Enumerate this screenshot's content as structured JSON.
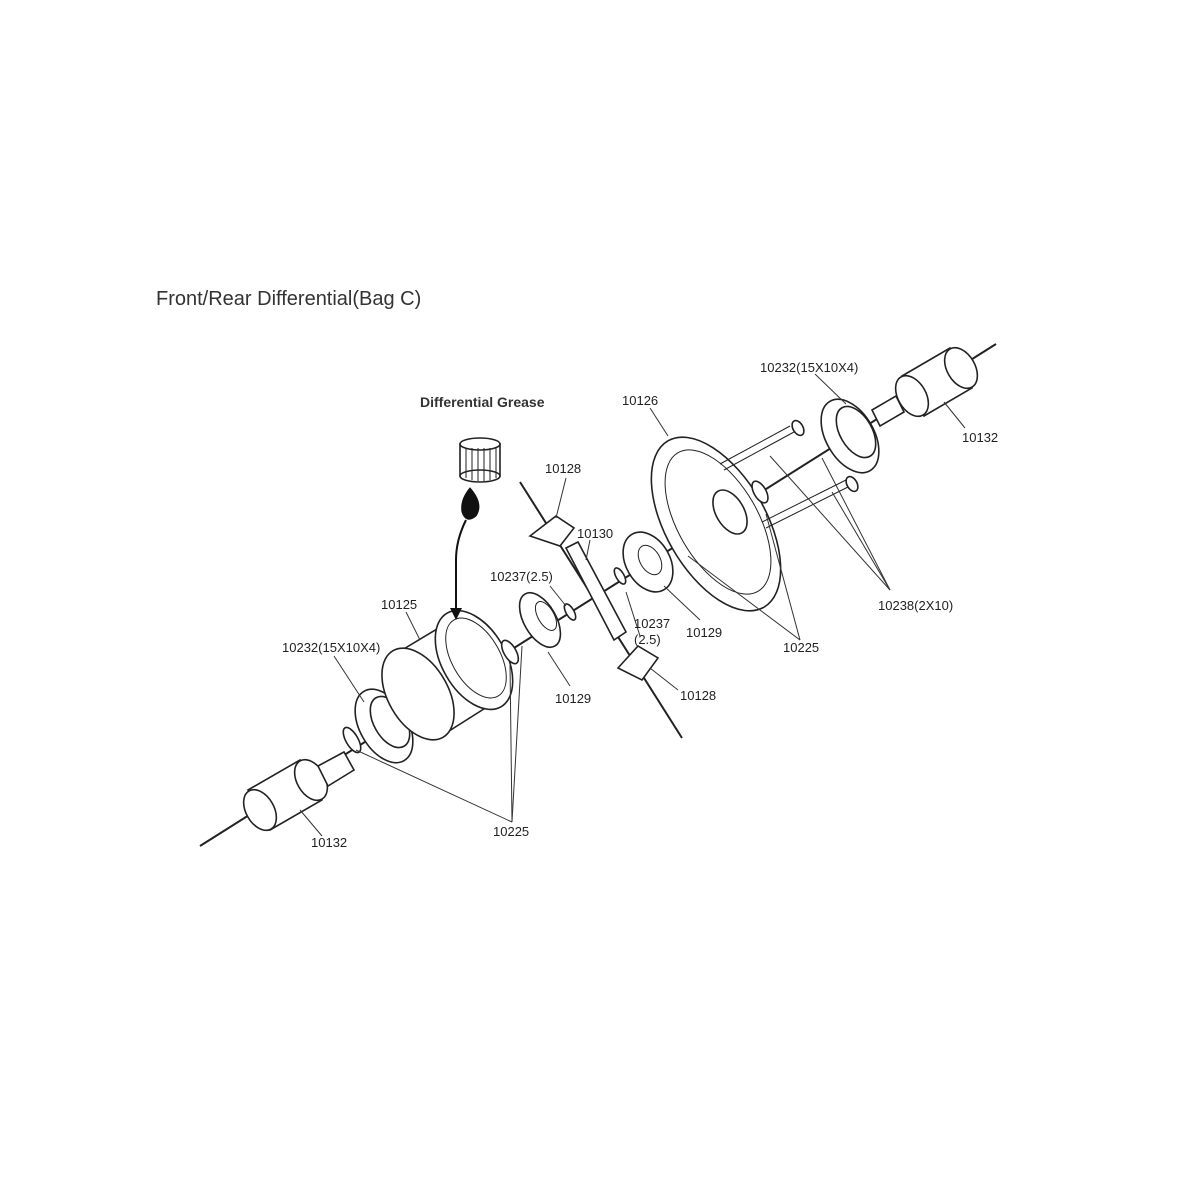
{
  "title": "Front/Rear Differential(Bag C)",
  "grease_label": "Differential Grease",
  "parts": {
    "p10232_right": "10232(15X10X4)",
    "p10126": "10126",
    "p10132_right": "10132",
    "p10128_top": "10128",
    "p10130": "10130",
    "p10237_left": "10237(2.5)",
    "p10125": "10125",
    "p10232_left": "10232(15X10X4)",
    "p10237_right_a": "10237",
    "p10237_right_b": "(2.5)",
    "p10129_right": "10129",
    "p10129_left": "10129",
    "p10128_bottom": "10128",
    "p10225_right": "10225",
    "p10238": "10238(2X10)",
    "p10225_left": "10225",
    "p10132_left": "10132"
  }
}
